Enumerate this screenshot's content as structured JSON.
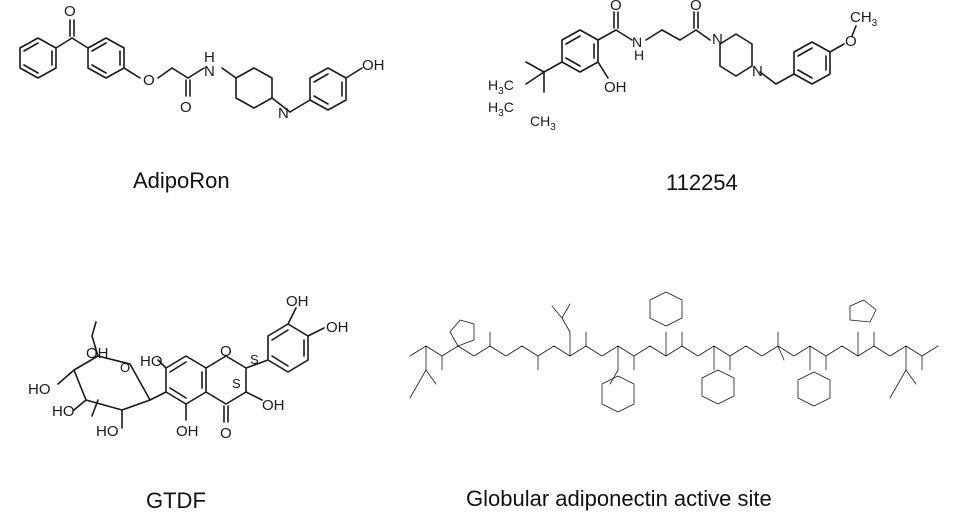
{
  "panels": {
    "adiporon": {
      "caption": "AdipoRon",
      "labels": {
        "o1": "O",
        "o2": "O",
        "o3": "O",
        "nh": "H",
        "n": "N",
        "n_pip": "N",
        "oh": "OH"
      }
    },
    "c112254": {
      "caption": "112254",
      "labels": {
        "o1": "O",
        "o2": "O",
        "nh": "N",
        "nh_h": "H",
        "n1": "N",
        "n2": "N",
        "oh": "OH",
        "ch3_top": "CH",
        "ch3_top_sub": "3",
        "o_meth": "O",
        "h3c_a": "H",
        "h3c_a_sub": "3",
        "h3c_a_c": "C",
        "h3c_b": "H",
        "h3c_b_sub": "3",
        "h3c_b_c": "C",
        "ch3_b": "CH",
        "ch3_b_sub": "3"
      }
    },
    "gtdf": {
      "caption": "GTDF",
      "labels": {
        "oh1": "OH",
        "oh2": "OH",
        "oh_sugar1": "OH",
        "ho1": "HO",
        "ho2": "HO",
        "ho3": "HO",
        "ho4": "HO",
        "oh_ring": "OH",
        "oh_bottom": "OH",
        "o_ring": "O",
        "o_ket": "O",
        "s1": "S",
        "s2": "S",
        "o_pyr": "O"
      }
    },
    "globular": {
      "caption": "Globular adiponectin active site"
    }
  }
}
